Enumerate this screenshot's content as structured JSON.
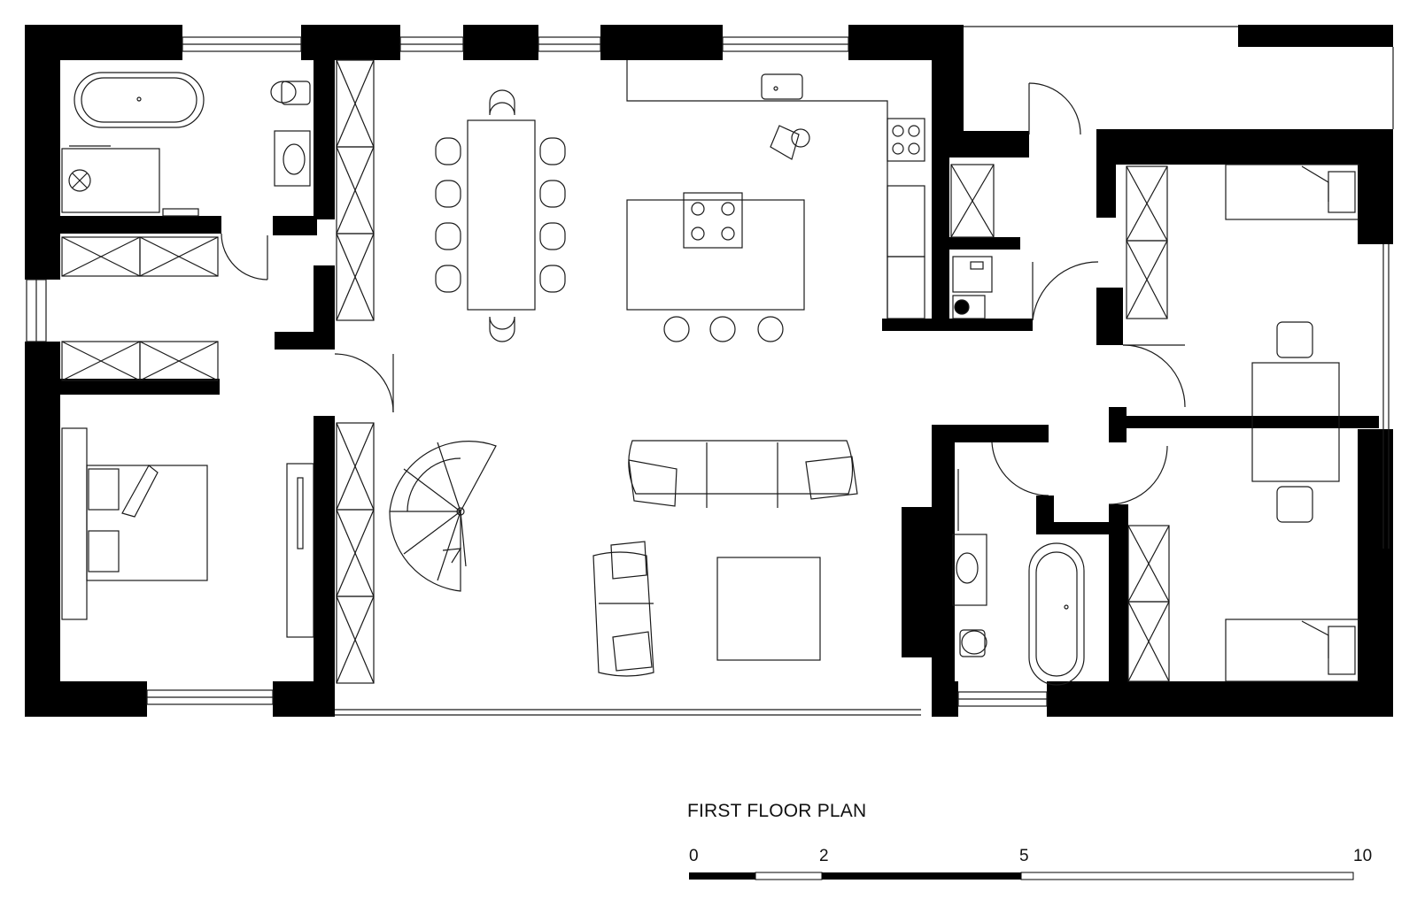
{
  "plan": {
    "title": "FIRST FLOOR PLAN",
    "scale_bar": {
      "labels": [
        "0",
        "2",
        "5",
        "10"
      ]
    },
    "colors": {
      "wall": "#000000",
      "line": "#1a1a1a",
      "background": "#ffffff"
    }
  }
}
